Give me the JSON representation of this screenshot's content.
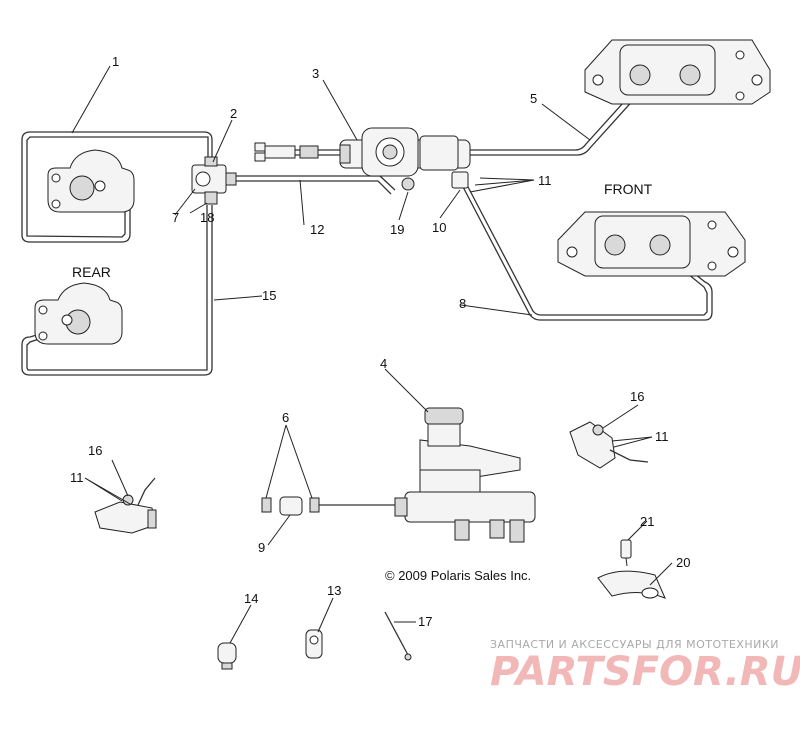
{
  "callouts": [
    "1",
    "2",
    "3",
    "4",
    "5",
    "6",
    "7",
    "8",
    "9",
    "10",
    "11",
    "12",
    "13",
    "14",
    "15",
    "16",
    "17",
    "18",
    "19",
    "20",
    "21",
    "11",
    "16",
    "11"
  ],
  "labels": {
    "rear": "REAR",
    "front": "FRONT"
  },
  "copyright": "© 2009 Polaris Sales Inc.",
  "watermark": {
    "tagline": "ЗАПЧАСТИ И АКСЕССУАРЫ ДЛЯ МОТОТЕХНИКИ",
    "brand": "PARTSFOR.RU"
  },
  "colors": {
    "line": "#222222",
    "watermark_red": "#f2b8b8",
    "watermark_gray": "#a9a9a9"
  }
}
